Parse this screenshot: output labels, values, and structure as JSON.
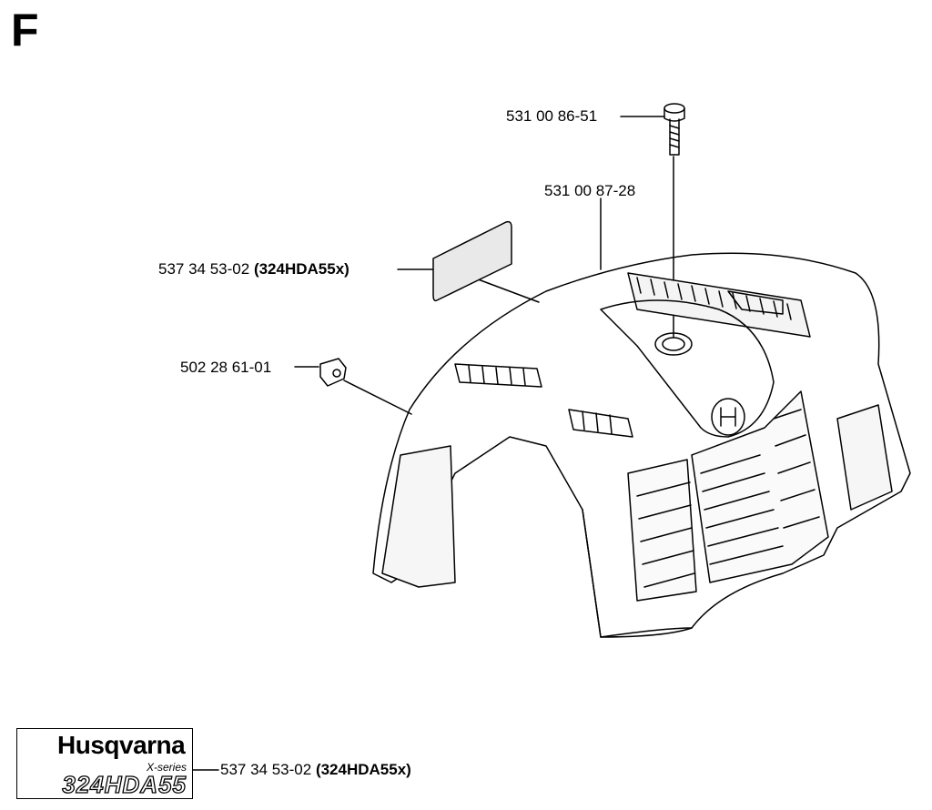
{
  "section": "F",
  "parts": [
    {
      "number": "531 00 86-51",
      "note": ""
    },
    {
      "number": "531 00 87-28",
      "note": ""
    },
    {
      "number": "537 34 53-02",
      "note": "(324HDA55x)"
    },
    {
      "number": "502 28 61-01",
      "note": ""
    },
    {
      "number": "537 34 53-02",
      "note": "(324HDA55x)"
    }
  ],
  "logo": {
    "brand": "Husqvarna",
    "series": "X-series",
    "model": "324HDA55"
  }
}
